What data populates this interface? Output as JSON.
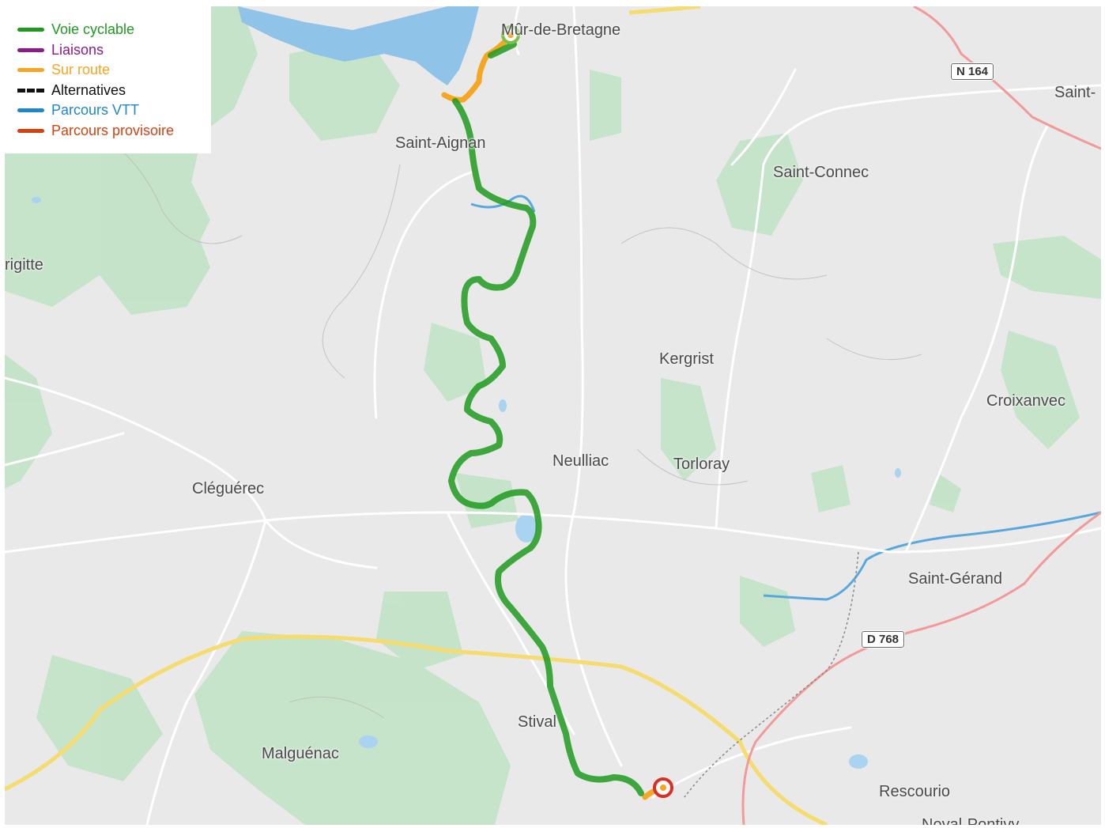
{
  "map": {
    "places": [
      {
        "id": "mur-de-bretagne",
        "name": "Mûr-de-Bretagne"
      },
      {
        "id": "saint-aignan",
        "name": "Saint-Aignan"
      },
      {
        "id": "saint-connec",
        "name": "Saint-Connec"
      },
      {
        "id": "saint",
        "name": "Saint-"
      },
      {
        "id": "brigitte",
        "name": "rigitte"
      },
      {
        "id": "kergrist",
        "name": "Kergrist"
      },
      {
        "id": "croixanvec",
        "name": "Croixanvec"
      },
      {
        "id": "neulliac",
        "name": "Neulliac"
      },
      {
        "id": "torloray",
        "name": "Torloray"
      },
      {
        "id": "cleguerec",
        "name": "Cléguérec"
      },
      {
        "id": "saint-gerand",
        "name": "Saint-Gérand"
      },
      {
        "id": "stival",
        "name": "Stival"
      },
      {
        "id": "malguenac",
        "name": "Malguénac"
      },
      {
        "id": "rescourio",
        "name": "Rescourio"
      },
      {
        "id": "noyal-pontivy",
        "name": "Noyal-Pontivy"
      }
    ],
    "road_shields": [
      {
        "id": "n164",
        "label": "N 164"
      },
      {
        "id": "d768",
        "label": "D 768"
      }
    ],
    "route": {
      "start_color": "#7bc043",
      "end_color": "#d93025"
    }
  },
  "legend": {
    "items": [
      {
        "label": "Voie cyclable",
        "color": "#1e9a1e",
        "style": "solid"
      },
      {
        "label": "Liaisons",
        "color": "#8b1a8b",
        "style": "solid"
      },
      {
        "label": "Sur route",
        "color": "#f5a623",
        "style": "solid"
      },
      {
        "label": "Alternatives",
        "color": "#111111",
        "style": "dashed"
      },
      {
        "label": "Parcours VTT",
        "color": "#1e88c7",
        "style": "solid"
      },
      {
        "label": "Parcours provisoire",
        "color": "#d4420f",
        "style": "solid"
      }
    ]
  }
}
